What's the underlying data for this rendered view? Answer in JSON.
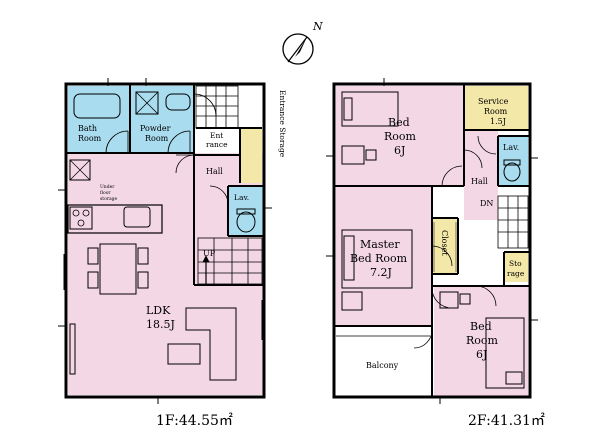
{
  "compass": {
    "letter": "N"
  },
  "floor1": {
    "area_label": "1F:44.55㎡",
    "rooms": {
      "bath": [
        "Bath",
        "Room"
      ],
      "powder": [
        "Powder",
        "Room"
      ],
      "entrance": [
        "Ent",
        "rance"
      ],
      "storage": "Entrance Storage",
      "hall": "Hall",
      "lav": "Lav.",
      "up": "UP",
      "ldk": [
        "LDK",
        "18.5J"
      ],
      "fridge": [
        "Under",
        "floor",
        "storage"
      ]
    }
  },
  "floor2": {
    "area_label": "2F:41.31㎡",
    "rooms": {
      "bed1": [
        "Bed",
        "Room",
        "6J"
      ],
      "service": [
        "Service",
        "Room",
        "1.5J"
      ],
      "lav": "Lav.",
      "hall": "Hall",
      "dn": "DN",
      "master": [
        "Master",
        "Bed Room",
        "7.2J"
      ],
      "closet": "Closet",
      "storage": [
        "Sto",
        "rage"
      ],
      "balcony": "Balcony",
      "bed2": [
        "Bed",
        "Room",
        "6J"
      ]
    }
  }
}
